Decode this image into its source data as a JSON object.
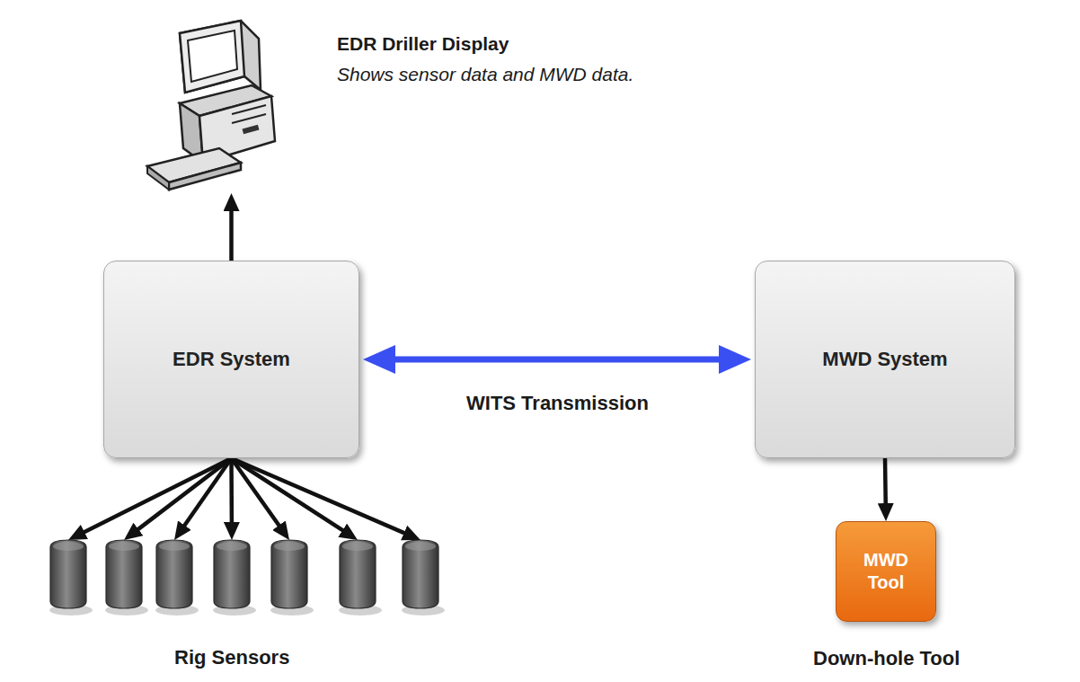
{
  "diagram": {
    "nodes": [
      {
        "text": [
          "EDR Driller Display",
          "Shows sensor data and MWD data."
        ]
      },
      {
        "text": [
          "EDR System"
        ]
      },
      {
        "text": [
          "MWD System"
        ]
      },
      {
        "text": [
          "Rig Sensors"
        ]
      },
      {
        "text": [
          "MWD Tool",
          "Down-hole Tool"
        ]
      }
    ],
    "edges": [
      {
        "from": 1,
        "to": 0,
        "arrow": "to"
      },
      {
        "from": 1,
        "to": 2,
        "label": "WITS Transmission",
        "arrow": "both"
      },
      {
        "from": 1,
        "to": 3,
        "arrow": "to"
      },
      {
        "from": 1,
        "to": 3,
        "arrow": "to"
      },
      {
        "from": 1,
        "to": 3,
        "arrow": "to"
      },
      {
        "from": 1,
        "to": 3,
        "arrow": "to"
      },
      {
        "from": 1,
        "to": 3,
        "arrow": "to"
      },
      {
        "from": 1,
        "to": 3,
        "arrow": "to"
      },
      {
        "from": 1,
        "to": 3,
        "arrow": "to"
      },
      {
        "from": 2,
        "to": 4,
        "arrow": "to"
      }
    ]
  }
}
